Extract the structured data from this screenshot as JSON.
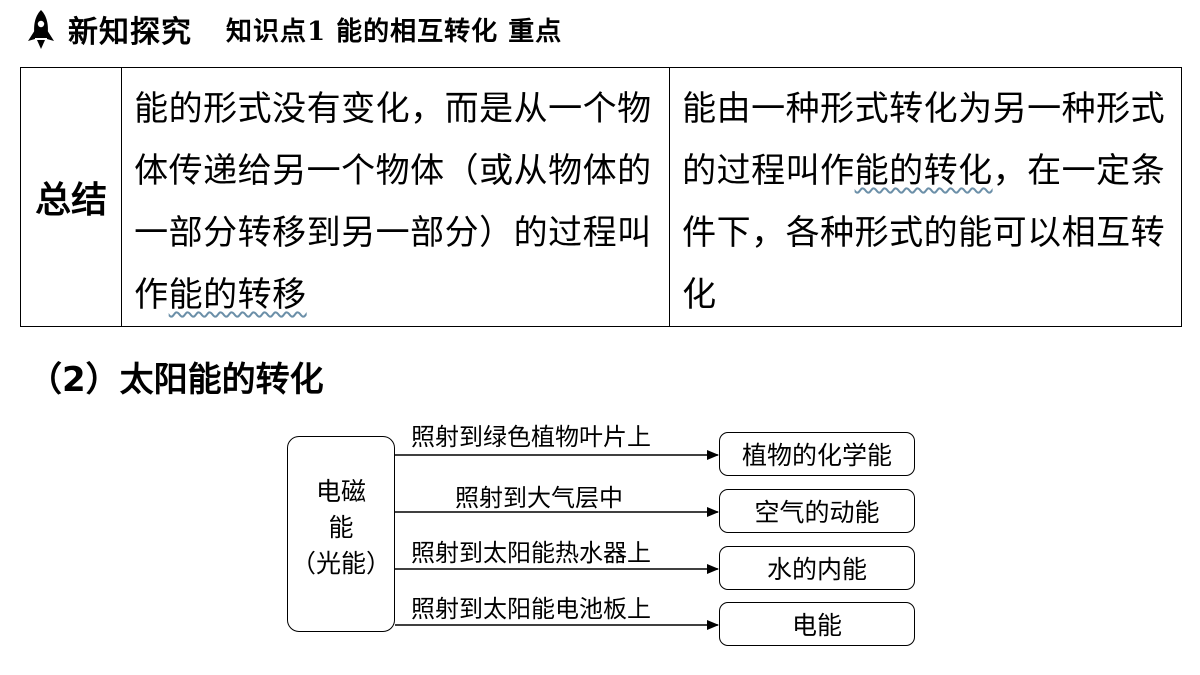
{
  "header": {
    "title": "新知探究",
    "subtitle": "知识点1  能的相互转化  重点"
  },
  "summary_table": {
    "label": "总结",
    "transfer": {
      "text_before": "能的形式没有变化，而是从一个物体传递给另一个物体（或从物体的一部分转移到另一部分）的过程叫作",
      "keyword": "能的转移",
      "text_after": ""
    },
    "conversion": {
      "text_before": "能由一种形式转化为另一种形式的过程叫作",
      "keyword": "能的转化",
      "text_after": "，在一定条件下，各种形式的能可以相互转化"
    }
  },
  "section": {
    "title": "（2）太阳能的转化"
  },
  "diagram": {
    "source": {
      "line1": "电磁",
      "line2": "能",
      "line3": "（光能）"
    },
    "branches": [
      {
        "condition": "照射到绿色植物叶片上",
        "result": "植物的化学能"
      },
      {
        "condition": "照射到大气层中",
        "result": "空气的动能"
      },
      {
        "condition": "照射到太阳能热水器上",
        "result": "水的内能"
      },
      {
        "condition": "照射到太阳能电池板上",
        "result": "电能"
      }
    ]
  }
}
